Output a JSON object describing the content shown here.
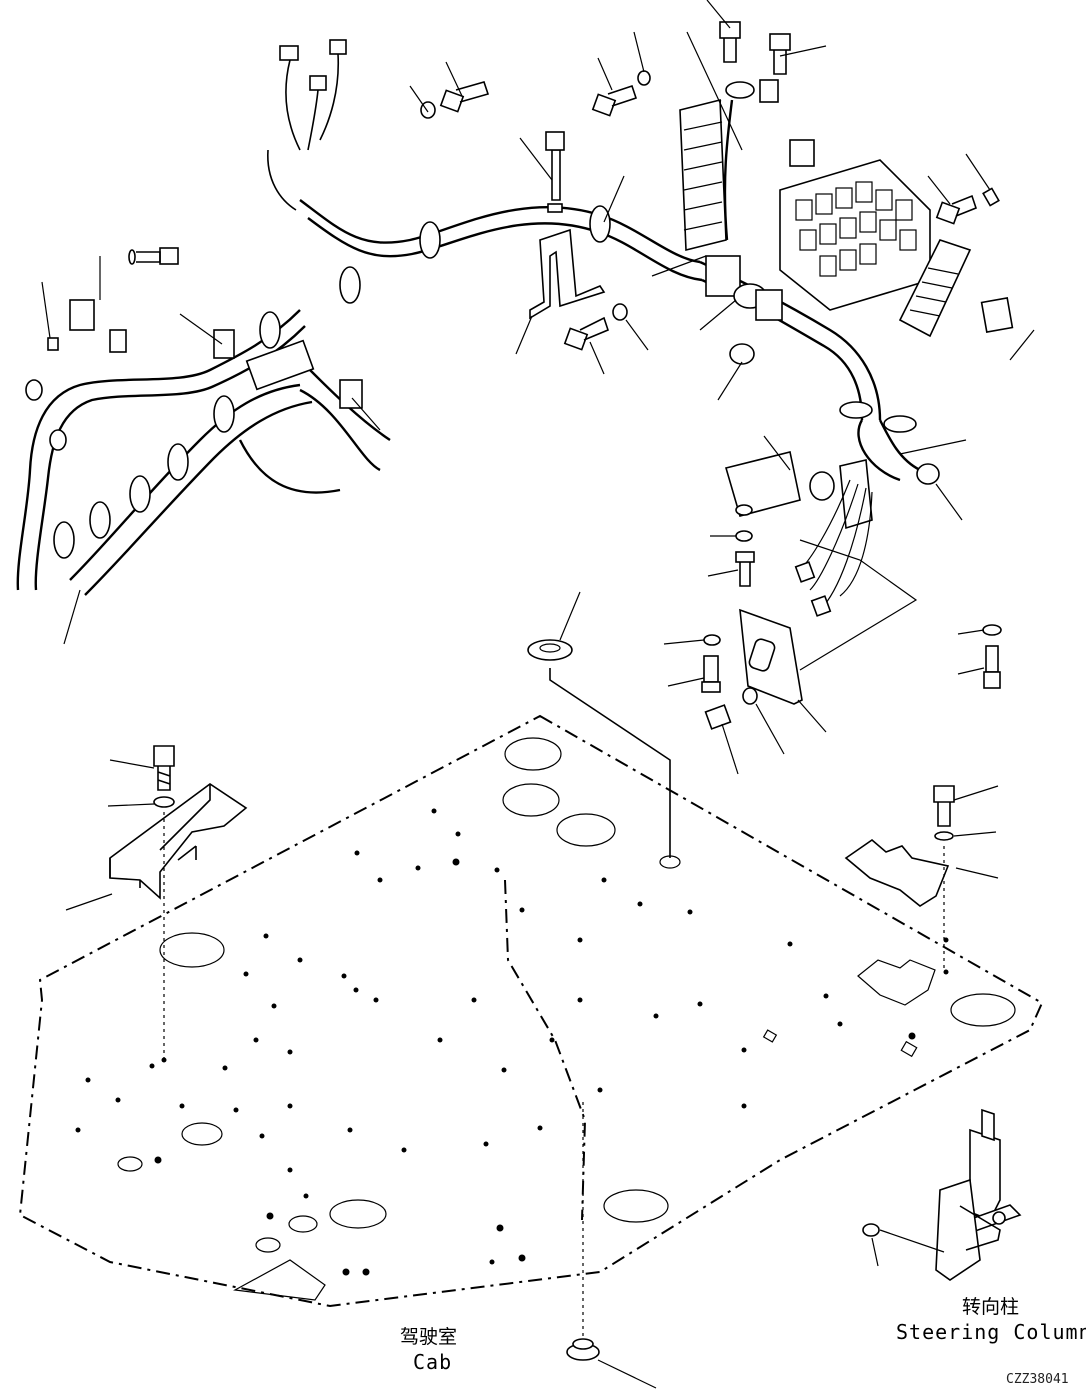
{
  "labels": {
    "cab_cn": "驾驶室",
    "cab_en": "Cab",
    "steering_cn": "转向柱",
    "steering_en": "Steering Column",
    "drawing_code": "CZZ38041"
  }
}
